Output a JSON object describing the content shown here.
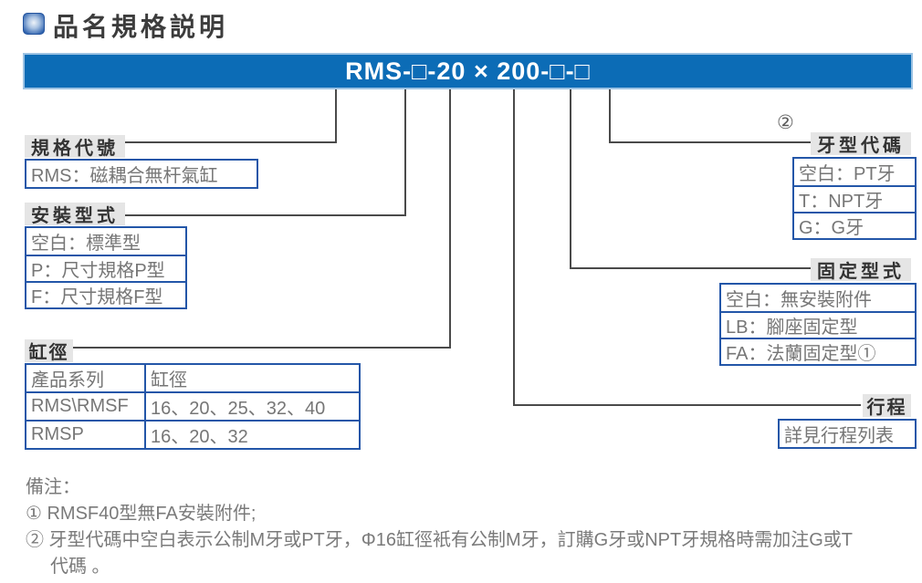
{
  "page": {
    "title": "品名規格説明",
    "model_code": "RMS-□-20 × 200-□-□"
  },
  "colors": {
    "banner_blue": "#0c6cb6",
    "banner_border_light": "#9dc3e3",
    "box_border_blue": "#2356a8",
    "label_bg_gray": "#e5e5e5",
    "label_text": "#333333",
    "box_text_gray": "#767676",
    "connector_line": "#4a4a4a"
  },
  "icons": {
    "section_bullet": "blue-beveled-square"
  },
  "sections": {
    "spec_code": {
      "label": "規格代號",
      "items": [
        "RMS：磁耦合無杆氣缸"
      ]
    },
    "mounting_type": {
      "label": "安裝型式",
      "items": [
        "空白：標準型",
        "P：尺寸規格P型",
        "F：尺寸規格F型"
      ]
    },
    "bore": {
      "label": "缸徑",
      "table": {
        "headers": [
          "產品系列",
          "缸徑"
        ],
        "rows": [
          [
            "RMS\\RMSF",
            "16、20、25、32、40"
          ],
          [
            "RMSP",
            "16、20、32"
          ]
        ]
      }
    },
    "thread_code": {
      "superscript": "②",
      "label": "牙型代碼",
      "items": [
        "空白：PT牙",
        "T：NPT牙",
        "G：G牙"
      ]
    },
    "fixing_type": {
      "label": "固定型式",
      "items": [
        "空白：無安裝附件",
        "LB：腳座固定型",
        "FA：法蘭固定型①"
      ]
    },
    "stroke": {
      "label": "行程",
      "items": [
        "詳見行程列表"
      ]
    }
  },
  "notes": {
    "heading": "備注：",
    "lines": [
      "① RMSF40型無FA安裝附件;",
      "② 牙型代碼中空白表示公制M牙或PT牙，Φ16缸徑衹有公制M牙，訂購G牙或NPT牙規格時需加注G或T",
      "代碼 。"
    ]
  }
}
